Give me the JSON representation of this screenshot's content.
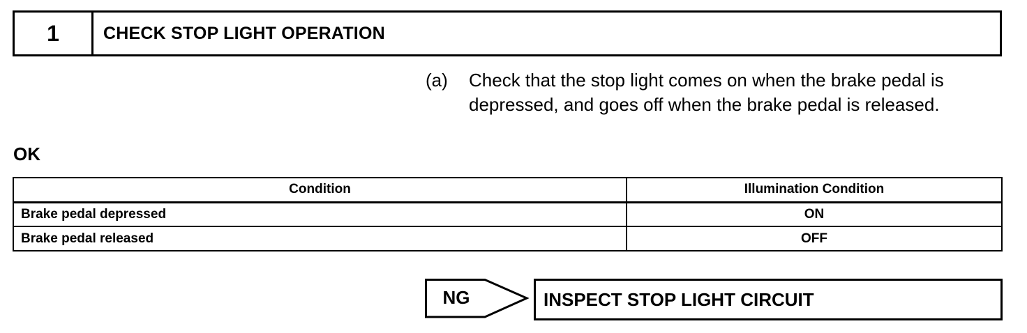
{
  "step": {
    "number": "1",
    "title": "CHECK STOP LIGHT OPERATION"
  },
  "instruction": {
    "marker": "(a)",
    "text": "Check that the stop light comes on when the brake pedal is depressed, and goes off when the brake pedal is released."
  },
  "result_label": "OK",
  "table": {
    "headers": [
      "Condition",
      "Illumination Condition"
    ],
    "rows": [
      [
        "Brake pedal depressed",
        "ON"
      ],
      [
        "Brake pedal released",
        "OFF"
      ]
    ]
  },
  "ng_flow": {
    "label": "NG",
    "action": "INSPECT STOP LIGHT CIRCUIT"
  }
}
